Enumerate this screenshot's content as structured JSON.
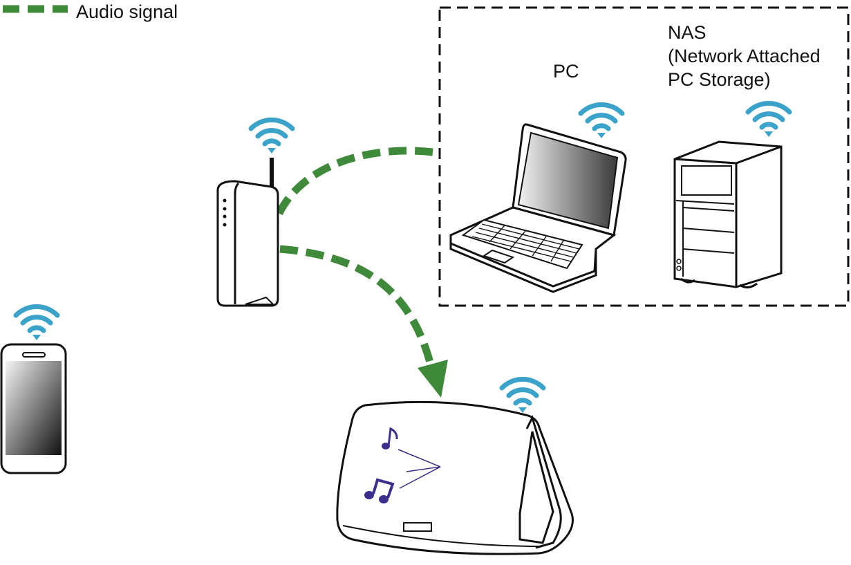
{
  "legend": {
    "label": "Audio signal",
    "line_color": "#3f8a3a"
  },
  "devices": {
    "pc": {
      "label": "PC"
    },
    "nas": {
      "label_lines": [
        "NAS",
        "(Network Attached",
        "PC Storage)"
      ]
    },
    "router": {},
    "smartphone": {},
    "speaker": {}
  },
  "colors": {
    "wifi": "#3ba3c9",
    "audio_signal": "#3f8a3a",
    "music_note": "#3a2f8a",
    "outline": "#111111"
  }
}
